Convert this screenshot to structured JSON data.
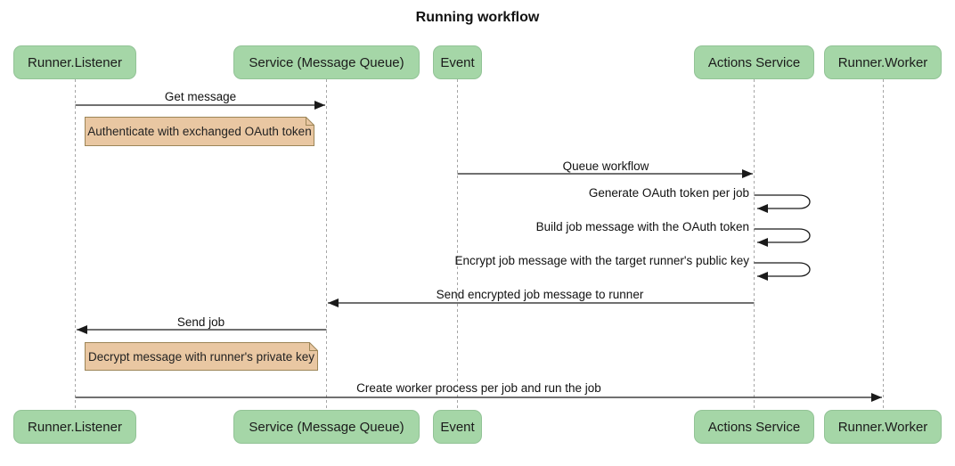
{
  "title": "Running workflow",
  "colors": {
    "actor_fill": "#A5D6A7",
    "note_fill": "#E9C7A2",
    "note_border": "#9C8557",
    "line": "#1a1a1a",
    "lifeline": "#a6a6a6",
    "background": "#ffffff"
  },
  "actors": [
    {
      "label": "Runner.Listener"
    },
    {
      "label": "Service (Message Queue)"
    },
    {
      "label": "Event"
    },
    {
      "label": "Actions Service"
    },
    {
      "label": "Runner.Worker"
    }
  ],
  "messages": [
    {
      "label": "Get message",
      "from": "Runner.Listener",
      "to": "Service (Message Queue)",
      "type": "solid"
    },
    {
      "label": "Queue workflow",
      "from": "Event",
      "to": "Actions Service",
      "type": "solid"
    },
    {
      "label": "Generate OAuth token per job",
      "from": "Actions Service",
      "to": "Actions Service",
      "type": "self"
    },
    {
      "label": "Build job message with the OAuth token",
      "from": "Actions Service",
      "to": "Actions Service",
      "type": "self"
    },
    {
      "label": "Encrypt job message with the target runner's public key",
      "from": "Actions Service",
      "to": "Actions Service",
      "type": "self"
    },
    {
      "label": "Send encrypted job message to runner",
      "from": "Actions Service",
      "to": "Service (Message Queue)",
      "type": "solid"
    },
    {
      "label": "Send job",
      "from": "Service (Message Queue)",
      "to": "Runner.Listener",
      "type": "solid"
    },
    {
      "label": "Create worker process per job and run the job",
      "from": "Runner.Listener",
      "to": "Runner.Worker",
      "type": "solid"
    }
  ],
  "notes": [
    {
      "label": "Authenticate with exchanged OAuth token",
      "over": "Runner.Listener"
    },
    {
      "label": "Decrypt message with runner's private key",
      "over": "Runner.Listener"
    }
  ]
}
